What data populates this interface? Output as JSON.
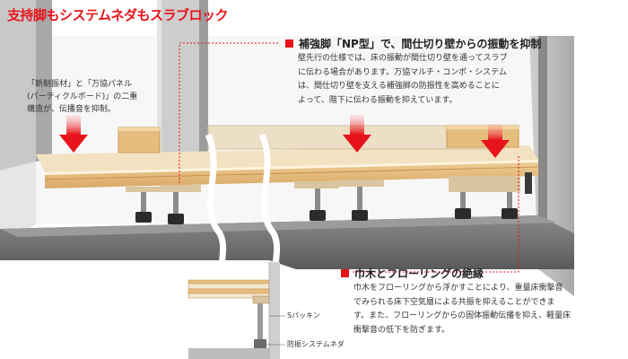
{
  "title": "支持脚もシステムネダもスラブロック",
  "sections": {
    "np": {
      "heading": "補強脚「NP型」で、間仕切り壁からの振動を抑制",
      "lines": [
        "壁先行の仕様では、床の振動が間仕切り壁を通ってスラブ",
        "に伝わる場合があります。万協マルチ・コンポ・システム",
        "は、間仕切り壁を支える補強脚の防振性を高めることに",
        "よって、階下に伝わる振動を抑えています。"
      ]
    },
    "baseboard": {
      "heading": "巾木とフローリングの絶縁",
      "lines": [
        "巾木をフローリングから浮かすことにより、重量床衝撃音",
        "でみられる床下空気層による共振を抑えることができま",
        "す。また、フローリングからの固体振動伝播を抑え、軽量床",
        "衝撃音の低下を防ぎます。"
      ]
    }
  },
  "callout_left": [
    "「新制振材」と「万協パネル",
    "(パーティクルボード)」の二重",
    "構造が、伝播音を抑制。"
  ],
  "labels": {
    "packing": "Sパッキン",
    "neda": "防振システムネダ"
  },
  "colors": {
    "accent": "#e8141c",
    "wall": "#b3b3b3",
    "wall_light": "#d6d6d6",
    "slab": "#6a6a6a",
    "wood": "#e8c58e",
    "wood_dark": "#c99a5a",
    "panel": "#f4e8d2"
  }
}
